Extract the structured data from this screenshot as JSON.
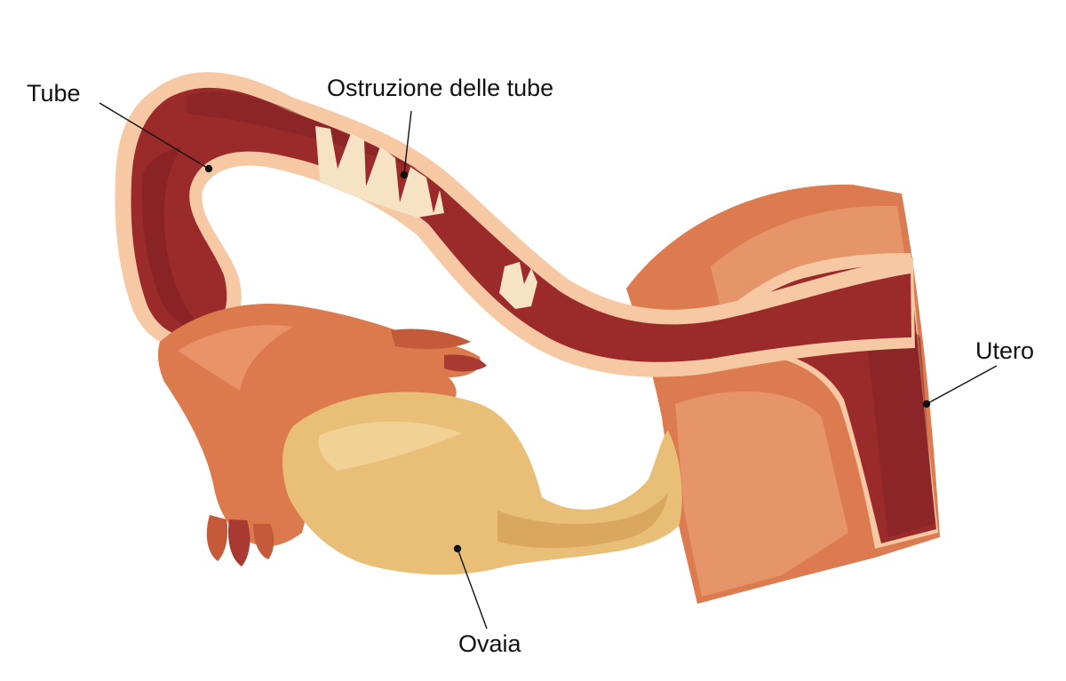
{
  "labels": {
    "tube": "Tube",
    "obstruction": "Ostruzione delle tube",
    "uterus": "Utero",
    "ovary": "Ovaia"
  },
  "colors": {
    "tube_outer": "#f7c8a4",
    "tube_inner": "#9b2a2a",
    "tube_dark": "#7e2024",
    "fimbria": "#dc7a4e",
    "fimbria_light": "#e89468",
    "ovary": "#e9bf78",
    "ovary_light": "#f2d196",
    "uterus_wall": "#db7b4f",
    "uterus_light": "#e6956b",
    "uterus_cavity": "#9b2a2a",
    "blockage": "#f6e2c4",
    "leader": "#111111"
  }
}
